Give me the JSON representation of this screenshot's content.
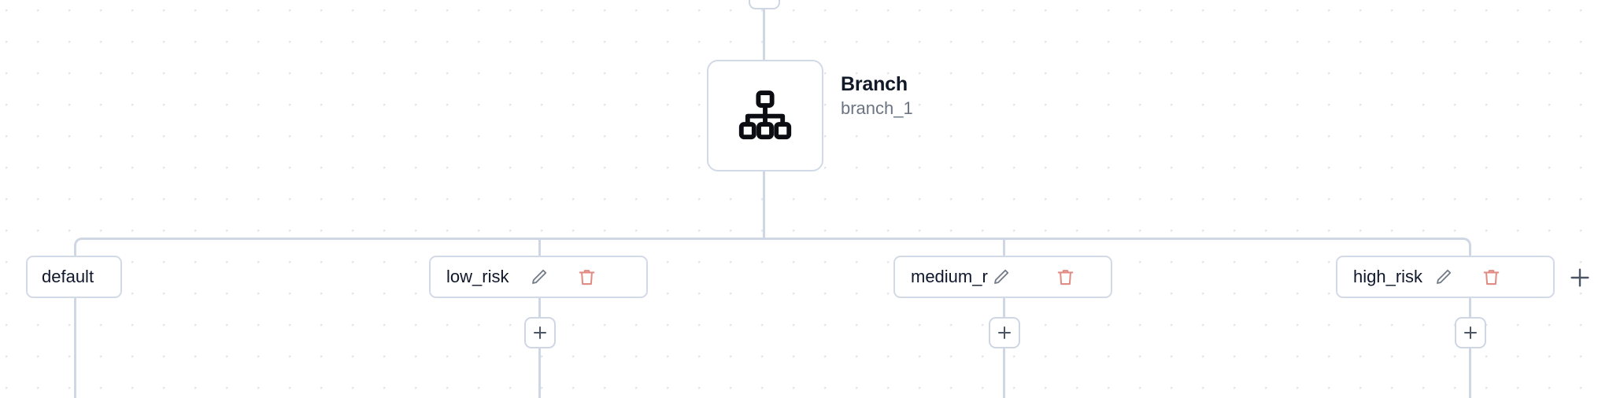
{
  "canvas": {
    "background_color": "#ffffff",
    "dot_color": "#e3e7ef",
    "edge_color": "#cfd6e4",
    "node_border_color": "#d3dae7",
    "delete_icon_color": "#e08b84",
    "edit_icon_color": "#6b7280"
  },
  "node": {
    "icon": "hierarchy-icon",
    "title": "Branch",
    "subtitle": "branch_1"
  },
  "branches": [
    {
      "label": "default",
      "has_edit": false,
      "has_delete": false,
      "has_add": false,
      "has_child_add_button": false,
      "truncated": false
    },
    {
      "label": "low_risk",
      "has_edit": true,
      "has_delete": true,
      "has_add": false,
      "has_child_add_button": true,
      "truncated": false
    },
    {
      "label": "medium_r",
      "has_edit": true,
      "has_delete": true,
      "has_add": false,
      "has_child_add_button": true,
      "truncated": true
    },
    {
      "label": "high_risk",
      "has_edit": true,
      "has_delete": true,
      "has_add": true,
      "has_child_add_button": true,
      "truncated": false
    }
  ],
  "icons": {
    "edit": "pencil-icon",
    "delete": "trash-icon",
    "add": "plus-icon"
  }
}
